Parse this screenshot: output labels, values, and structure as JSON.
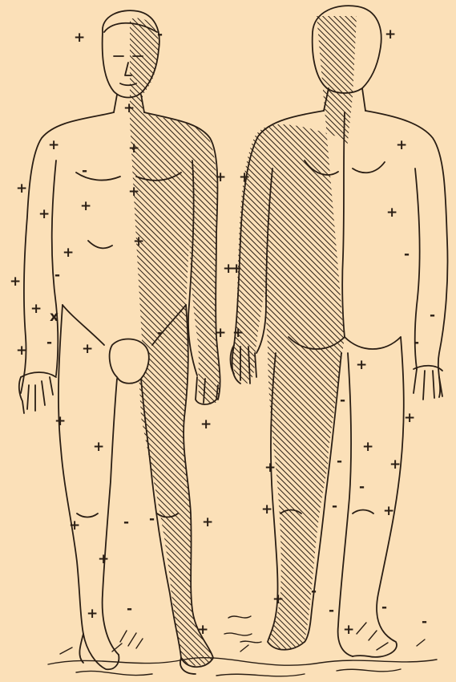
{
  "colors": {
    "paper": "#fbe0b8",
    "ink": "#2a1e14"
  },
  "figures": [
    {
      "name": "front-view-figure",
      "view": "front",
      "hatched_side": "left side of body (viewer's right)"
    },
    {
      "name": "back-view-figure",
      "view": "back",
      "hatched_side": "left side of body (viewer's left)"
    }
  ],
  "symbols": {
    "plus": "+",
    "minus": "-",
    "cross": "x"
  }
}
